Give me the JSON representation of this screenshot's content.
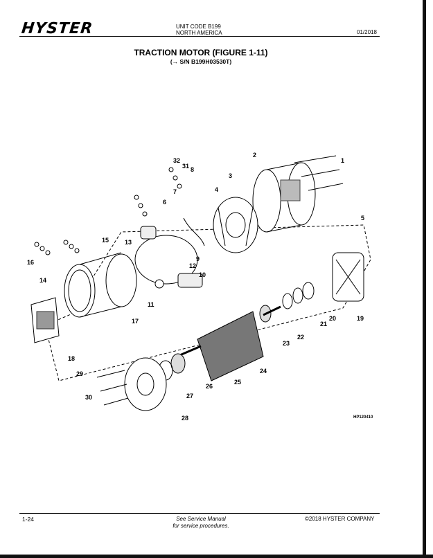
{
  "header": {
    "brand": "HYSTER",
    "unit_code": "UNIT CODE B199",
    "region": "NORTH AMERICA",
    "date": "01/2018"
  },
  "title": "TRACTION MOTOR (FIGURE 1-11)",
  "subtitle": "(→ S/N B199H03530T)",
  "figure_ref": "HP120410",
  "callouts": [
    "1",
    "2",
    "3",
    "4",
    "5",
    "6",
    "7",
    "8",
    "9",
    "10",
    "11",
    "12",
    "13",
    "14",
    "15",
    "16",
    "17",
    "18",
    "19",
    "20",
    "21",
    "22",
    "23",
    "24",
    "25",
    "26",
    "27",
    "28",
    "29",
    "30",
    "31",
    "32"
  ],
  "footer": {
    "page": "1-24",
    "note_line1": "See Service Manual",
    "note_line2": "for service procedures.",
    "copyright": "©2018 HYSTER COMPANY"
  }
}
